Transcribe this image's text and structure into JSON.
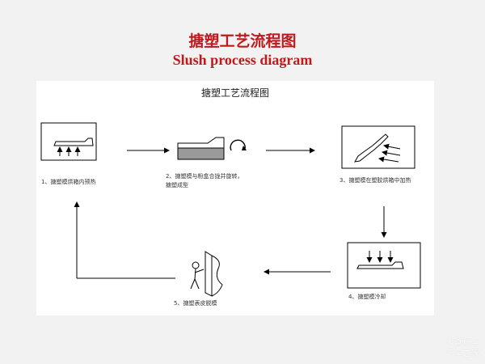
{
  "title_cn": "搪塑工艺流程图",
  "title_en": "Slush process diagram",
  "panel_title": "搪塑工艺流程图",
  "steps": [
    {
      "label": "1、搪塑模烘箱内预热"
    },
    {
      "label": "2、搪塑模与粉盒合拢并旋转，搪塑成型"
    },
    {
      "label": "3、搪塑模在塑胶烘箱中加热"
    },
    {
      "label": "4、搪塑模冷却"
    },
    {
      "label": "5、搪塑表皮脱模"
    }
  ],
  "watermark": {
    "line1": "卡爸玩车",
    "line2": "汽车之家"
  },
  "colors": {
    "title": "#c0181b"
  }
}
